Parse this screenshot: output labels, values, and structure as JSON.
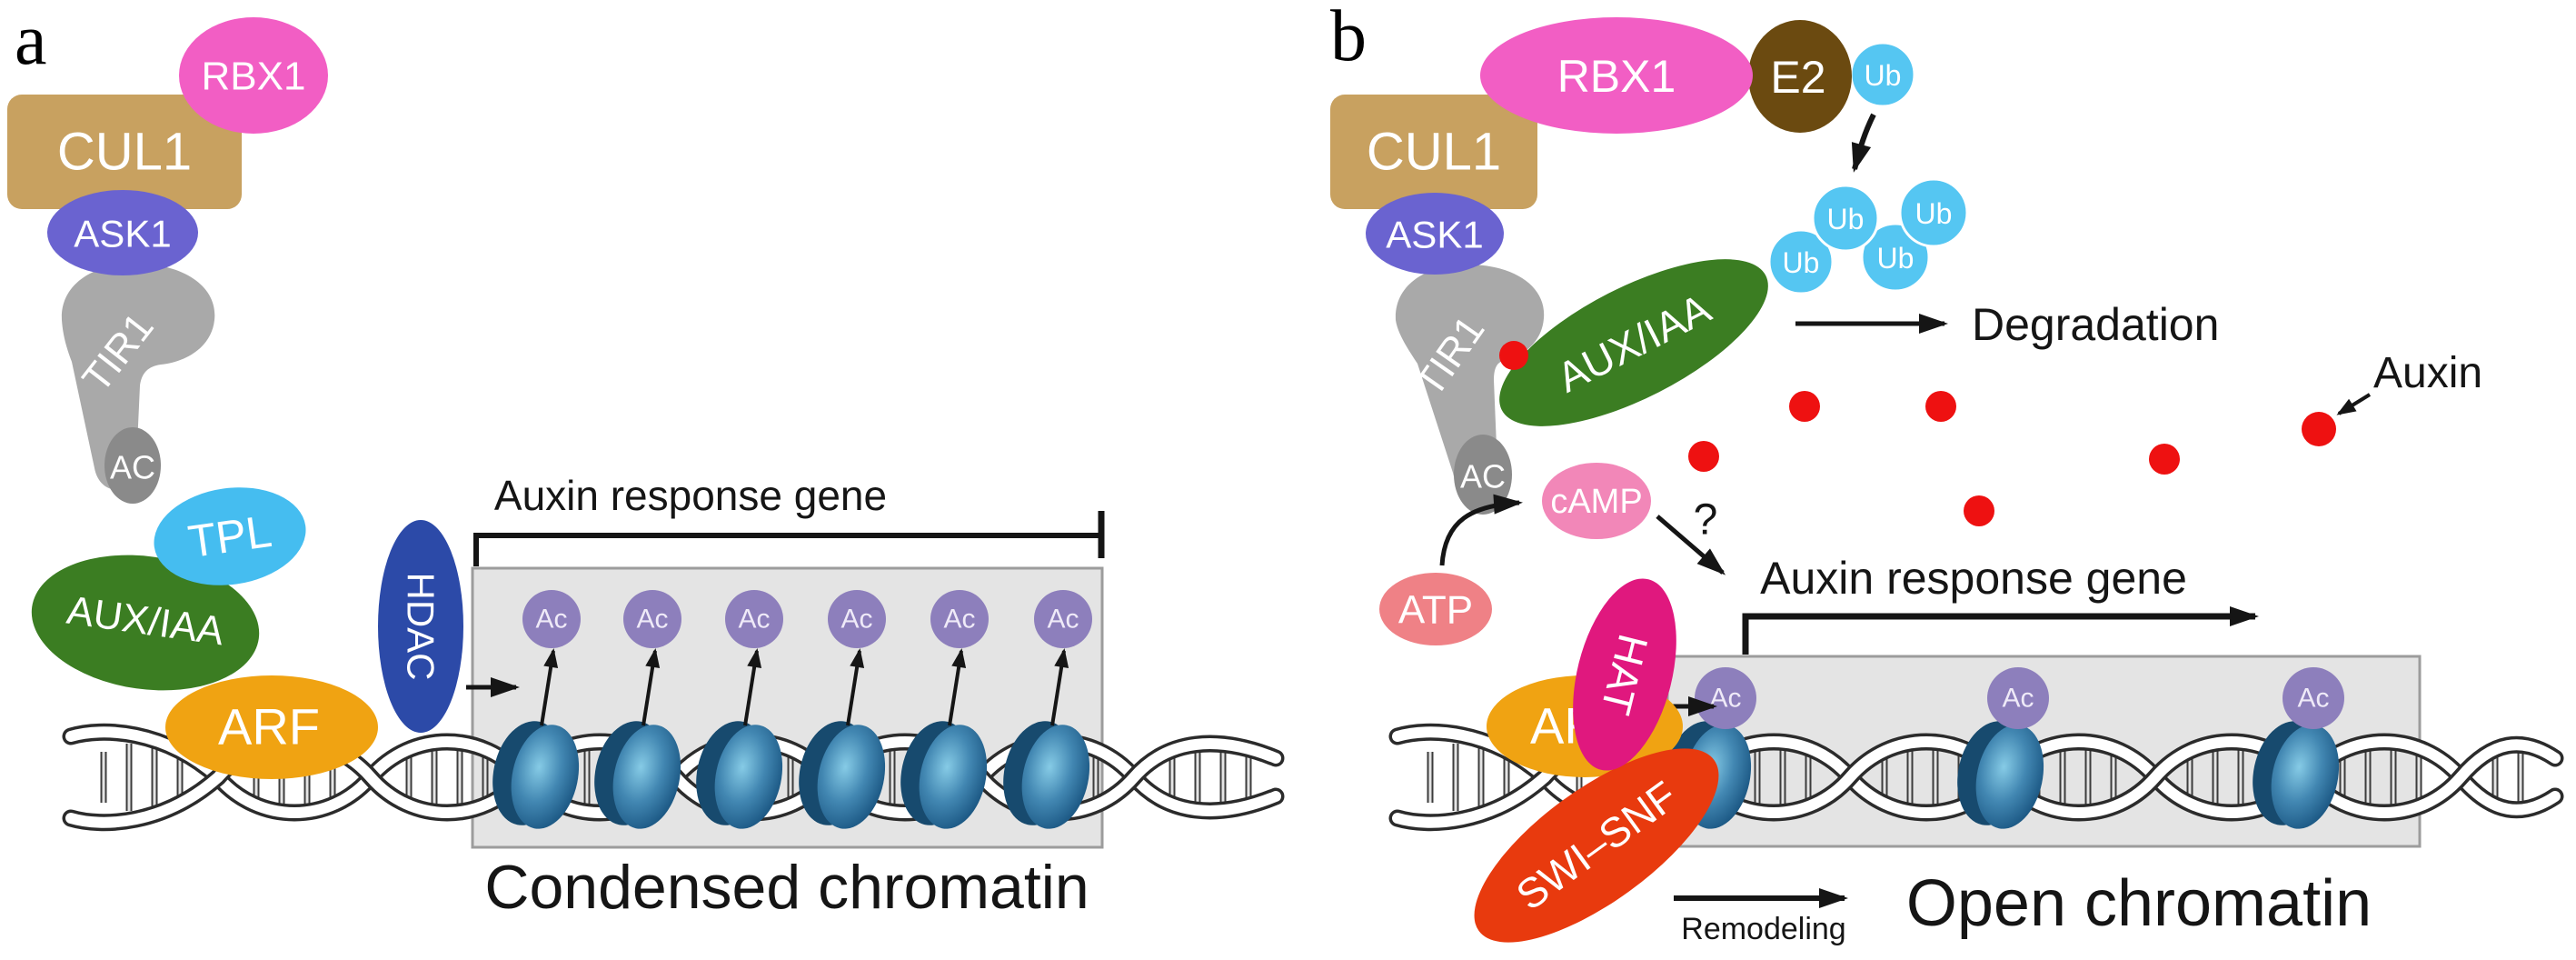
{
  "colors": {
    "cul1": "#c8a160",
    "rbx1": "#f25ec4",
    "ask1": "#6a63d0",
    "tir1": "#a9a9a9",
    "ac_lobe": "#8a8a8a",
    "tpl": "#45bdf0",
    "hdac": "#2c4aa8",
    "aux_iaa": "#3b7d22",
    "arf": "#f0a312",
    "hdac_text": "#ffffff",
    "e2": "#6b4a10",
    "ub": "#55c6f2",
    "camp": "#f287b8",
    "atp": "#ef8186",
    "hat": "#e0187e",
    "swi_snf": "#e83a0e",
    "auxin_dot": "#ee1111",
    "acetyl": "#8d7fbc",
    "box": "#e4e4e4",
    "nucleosome": "#2d6f9e"
  },
  "panel_a": {
    "label": "a",
    "cul1": "CUL1",
    "rbx1": "RBX1",
    "ask1": "ASK1",
    "tir1": "TIR1",
    "ac": "AC",
    "tpl": "TPL",
    "aux_iaa": "AUX/IAA",
    "arf": "ARF",
    "hdac": "HDAC",
    "gene_label": "Auxin response gene",
    "acetyl": "Ac",
    "caption": "Condensed chromatin"
  },
  "panel_b": {
    "label": "b",
    "cul1": "CUL1",
    "rbx1": "RBX1",
    "ask1": "ASK1",
    "tir1": "TIR1",
    "ac": "AC",
    "e2": "E2",
    "ub": "Ub",
    "aux_iaa": "AUX/IAA",
    "camp": "cAMP",
    "atp": "ATP",
    "hat": "HAT",
    "arf": "ARF",
    "swi_snf": "SWI–SNF",
    "degradation": "Degradation",
    "auxin": "Auxin",
    "question_mark": "?",
    "gene_label": "Auxin response gene",
    "remodeling": "Remodeling",
    "caption": "Open chromatin",
    "acetyl": "Ac"
  }
}
